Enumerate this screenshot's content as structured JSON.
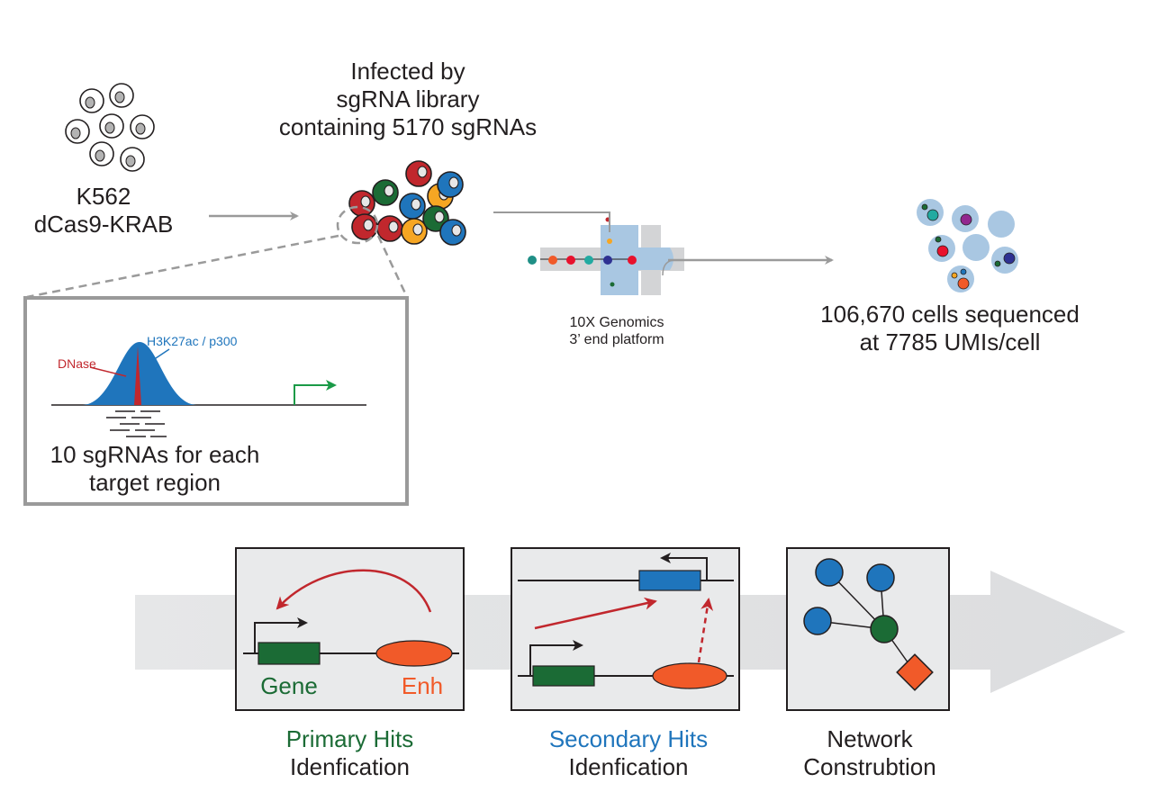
{
  "colors": {
    "red": "#c1272d",
    "green": "#1b6b35",
    "blue": "#1f75bc",
    "orange": "#f15a29",
    "yellow": "#f6a623",
    "gray_arrow": "#9a9a9a",
    "panel_bg": "#e9eaeb",
    "light_blue": "#a9c7e2",
    "primary_title": "#1b6b35",
    "secondary_title": "#1f75bc"
  },
  "cells_label": {
    "line1": "K562",
    "line2": "dCas9-KRAB"
  },
  "infection_label": {
    "line1": "Infected by",
    "line2": "sgRNA library",
    "line3": "containing 5170 sgRNAs"
  },
  "platform_label": {
    "line1": "10X Genomics",
    "line2": "3’ end platform"
  },
  "sequencing_label": {
    "line1": "106,670 cells sequenced",
    "line2": "at 7785 UMIs/cell"
  },
  "inset": {
    "peak_label": "H3K27ac / p300",
    "dnase_label": "DNase",
    "caption_line1": "10 sgRNAs for each",
    "caption_line2": "target region"
  },
  "steps": [
    {
      "title": "Primary Hits",
      "subtitle": "Idenfication",
      "gene_label": "Gene",
      "enh_label": "Enh"
    },
    {
      "title": "Secondary Hits",
      "subtitle": "Idenfication"
    },
    {
      "title": "Network",
      "subtitle": "Construbtion"
    }
  ]
}
